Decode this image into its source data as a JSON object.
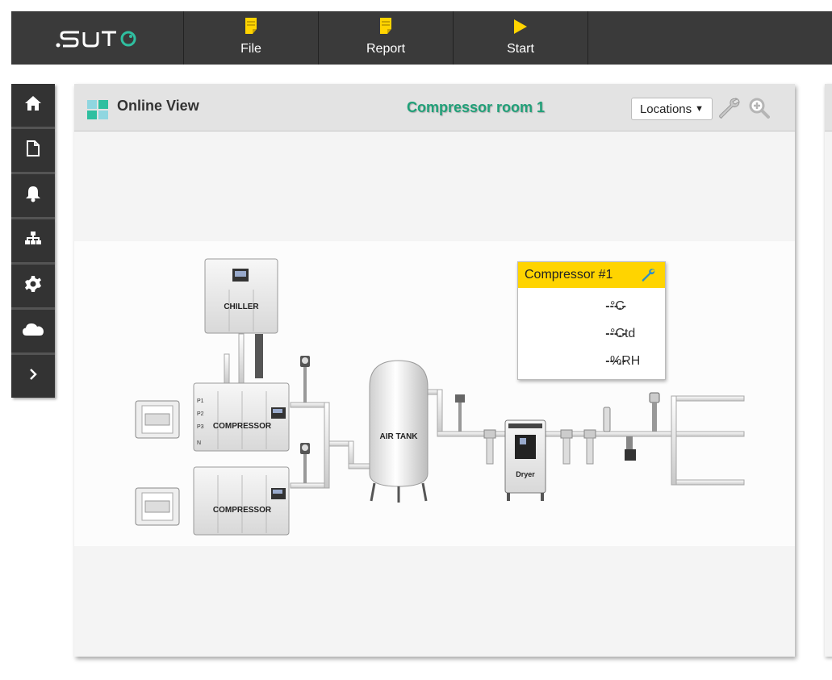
{
  "toolbar": {
    "logo_text": ".SUTO",
    "buttons": [
      {
        "label": "File",
        "icon": "file-icon"
      },
      {
        "label": "Report",
        "icon": "report-icon"
      },
      {
        "label": "Start",
        "icon": "play-icon"
      }
    ]
  },
  "sidebar": {
    "items": [
      {
        "name": "home",
        "icon": "home-icon"
      },
      {
        "name": "document",
        "icon": "document-icon"
      },
      {
        "name": "alarm",
        "icon": "bell-icon"
      },
      {
        "name": "network",
        "icon": "sitemap-icon"
      },
      {
        "name": "settings",
        "icon": "gear-icon"
      },
      {
        "name": "cloud",
        "icon": "cloud-icon"
      },
      {
        "name": "expand",
        "icon": "chevron-right-icon"
      }
    ]
  },
  "panel": {
    "title": "Online View",
    "location": "Compressor room 1",
    "locations_label": "Locations"
  },
  "diagram": {
    "chiller_label": "CHILLER",
    "compressor_label": "COMPRESSOR",
    "compressor2_label": "COMPRESSOR",
    "tank_label": "AIR TANK",
    "dryer_label": "Dryer",
    "phase_labels": [
      "P1",
      "P2",
      "P3",
      "N"
    ]
  },
  "popup": {
    "title": "Compressor #1",
    "readings": [
      {
        "value": "---.-",
        "unit": "°C"
      },
      {
        "value": "---.-",
        "unit": "°Ctd"
      },
      {
        "value": "---.-",
        "unit": "%RH"
      }
    ]
  },
  "colors": {
    "toolbar_bg": "#3a3a3a",
    "accent_yellow": "#ffd400",
    "location_green": "#20a078"
  }
}
